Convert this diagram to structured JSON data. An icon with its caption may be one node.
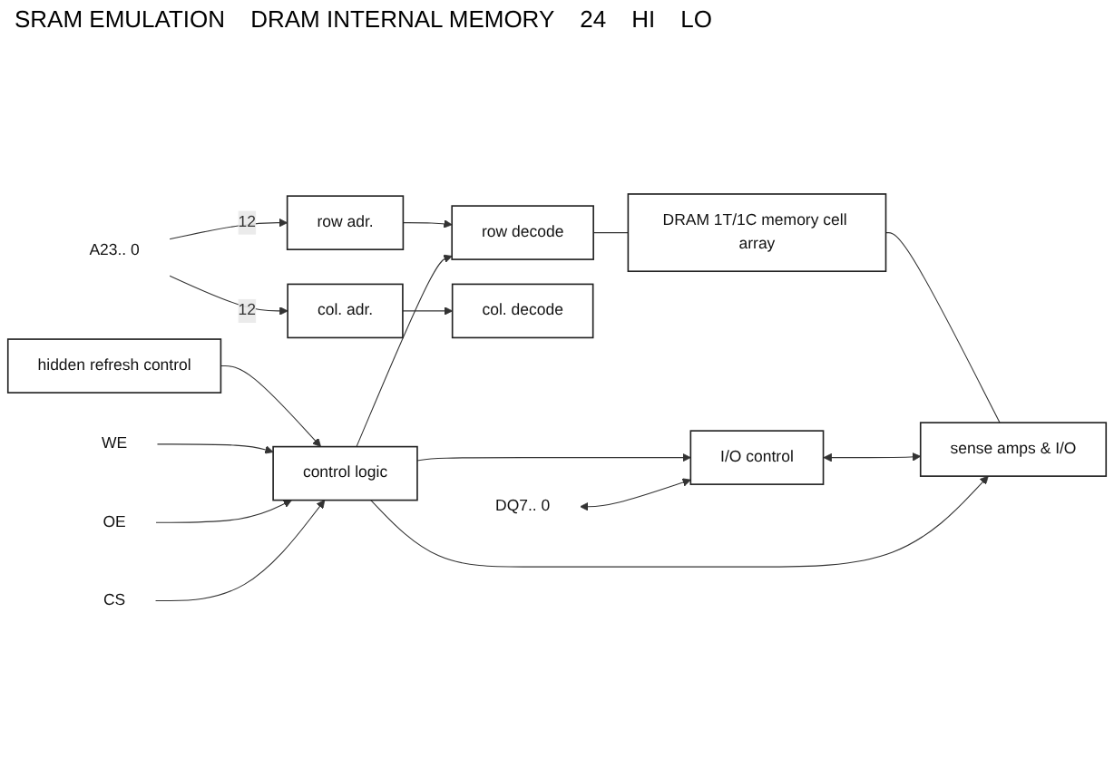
{
  "diagram": {
    "nodes": [
      {
        "text": [
          "hidden refresh control"
        ]
      },
      {
        "text": [
          "control logic"
        ]
      },
      {
        "text": [
          "row adr."
        ]
      },
      {
        "text": [
          "col. adr."
        ]
      },
      {
        "text": [
          "I/O control"
        ]
      },
      {
        "text": [
          "row decode"
        ]
      },
      {
        "text": [
          "DRAM 1T/1C memory cell array"
        ]
      },
      {
        "text": [
          "sense amps & I/O"
        ]
      },
      {
        "text": [
          "col. decode"
        ]
      },
      {
        "text": [
          "CS"
        ]
      },
      {
        "text": [
          "OE"
        ]
      },
      {
        "text": [
          "WE"
        ]
      },
      {
        "text": [
          "A23.. 0"
        ]
      },
      {
        "text": [
          "DQ7.. 0"
        ]
      }
    ],
    "edges": [
      {
        "from": 9,
        "to": 1,
        "arrow": "to"
      },
      {
        "from": 10,
        "to": 1,
        "arrow": "to"
      },
      {
        "from": 11,
        "to": 1,
        "arrow": "to"
      },
      {
        "from": 0,
        "to": 1,
        "arrow": "to"
      },
      {
        "from": 12,
        "to": 2,
        "label": "12",
        "arrow": "to"
      },
      {
        "from": 12,
        "to": 3,
        "label": "12",
        "arrow": "to"
      },
      {
        "from": 13,
        "to": 4,
        "arrow": "both"
      },
      {
        "from": 1,
        "to": 5,
        "arrow": "to"
      },
      {
        "from": 1,
        "to": 7,
        "arrow": "to"
      },
      {
        "from": 1,
        "to": 4,
        "arrow": "to"
      },
      {
        "from": 2,
        "to": 5,
        "arrow": "to"
      },
      {
        "from": 3,
        "to": 8,
        "arrow": "to"
      },
      {
        "from": 4,
        "to": 7,
        "arrow": "both"
      },
      {
        "from": 5,
        "to": 6,
        "arrow": "none"
      },
      {
        "from": 6,
        "to": 7,
        "arrow": "none"
      }
    ],
    "labels": [
      "SRAM EMULATION",
      "DRAM INTERNAL MEMORY",
      "24",
      "HI",
      "LO"
    ]
  }
}
